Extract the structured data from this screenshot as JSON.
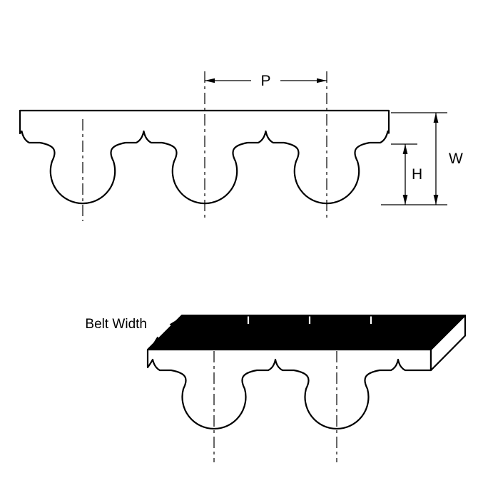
{
  "labels": {
    "pitch": "P",
    "width": "W",
    "height": "H",
    "belt_width": "Belt Width"
  },
  "colors": {
    "line": "#000000",
    "surface_top": "#000000",
    "belt_fill": "#ffffff",
    "background": "#ffffff"
  }
}
